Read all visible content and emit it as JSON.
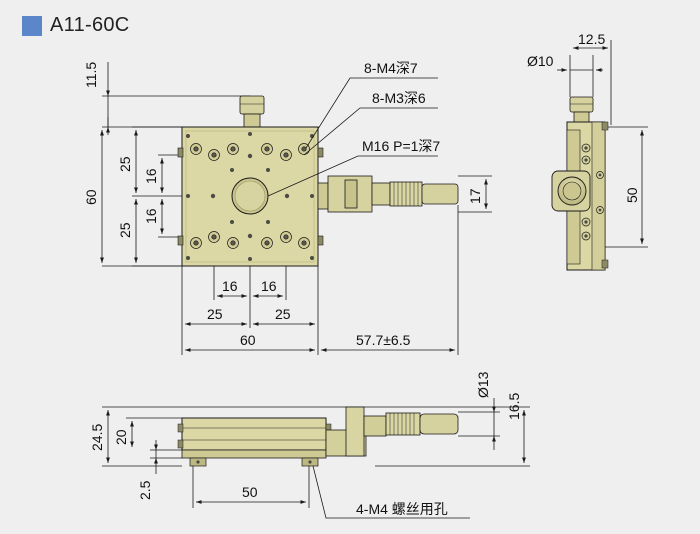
{
  "title": "A11-60C",
  "colors": {
    "accent": "#5b86c9",
    "metal": "#d9d5a3",
    "metal_dark": "#bfba85",
    "line": "#1a1a1a"
  },
  "top_view": {
    "dim_11_5": "11.5",
    "dim_60_v": "60",
    "dim_25_top": "25",
    "dim_25_bot": "25",
    "dim_16_top": "16",
    "dim_16_bot": "16",
    "dim_16_left": "16",
    "dim_16_right": "16",
    "dim_25_left": "25",
    "dim_25_right": "25",
    "dim_60_h": "60",
    "dim_57_7": "57.7±6.5",
    "dim_17": "17"
  },
  "callouts": {
    "m4": "8-M4深7",
    "m3": "8-M3深6",
    "m16": "M16 P=1深7"
  },
  "side_view": {
    "dim_12_5": "12.5",
    "dim_phi10": "Ø10",
    "dim_50": "50"
  },
  "front_view": {
    "dim_24_5": "24.5",
    "dim_20": "20",
    "dim_2_5": "2.5",
    "dim_50": "50",
    "dim_phi13": "Ø13",
    "dim_16_5": "16.5",
    "callout_holes": "4-M4 螺丝用孔"
  }
}
